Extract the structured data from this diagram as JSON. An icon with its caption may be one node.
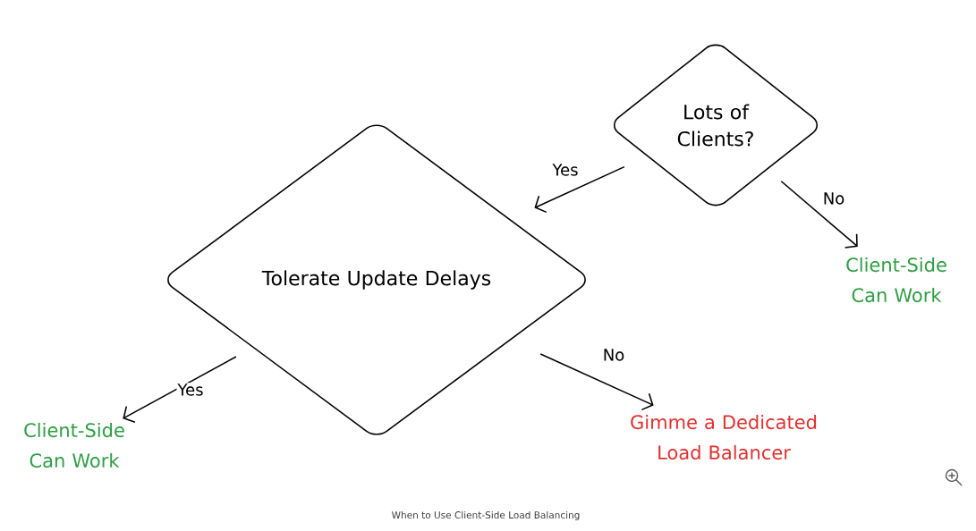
{
  "diagram": {
    "caption": "When to Use Client-Side Load Balancing",
    "nodes": [
      {
        "text": [
          "Lots of Clients?"
        ]
      },
      {
        "text": [
          "Tolerate Update Delays"
        ]
      },
      {
        "text": [
          "Client-Side Can Work"
        ]
      },
      {
        "text": [
          "Client-Side Can Work"
        ]
      },
      {
        "text": [
          "Gimme a Dedicated Load Balancer"
        ]
      }
    ],
    "edges": [
      {
        "from": 0,
        "to": 1,
        "arrow": "to",
        "label": "Yes"
      },
      {
        "from": 0,
        "to": 2,
        "arrow": "to",
        "label": "No"
      },
      {
        "from": 1,
        "to": 3,
        "arrow": "to",
        "label": "Yes"
      },
      {
        "from": 1,
        "to": 4,
        "arrow": "to",
        "label": "No"
      }
    ]
  }
}
